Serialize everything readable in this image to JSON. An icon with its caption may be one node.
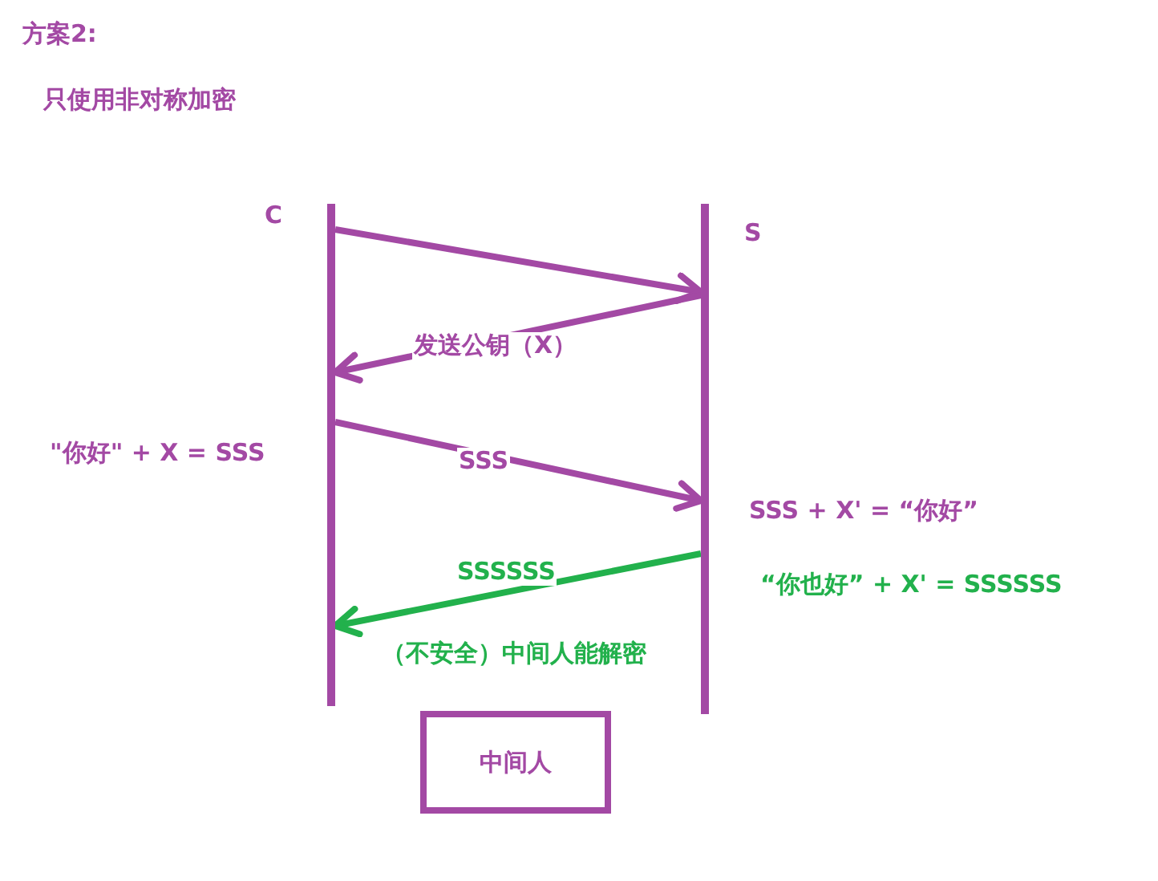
{
  "diagram": {
    "title": "方案2:",
    "nodes": [
      {
        "text": [
          "C"
        ]
      },
      {
        "text": [
          "S"
        ]
      },
      {
        "text": [
          "中间人"
        ]
      }
    ],
    "edges": [
      {
        "from": 0,
        "to": 1,
        "arrow": "to"
      },
      {
        "from": 1,
        "to": 0,
        "arrow": "to",
        "label": "发送公钥（X）"
      },
      {
        "from": 0,
        "to": 1,
        "arrow": "to",
        "label": "SSS"
      },
      {
        "from": 1,
        "to": 0,
        "arrow": "to",
        "label": "SSSSSS",
        "color": "#22b14c"
      }
    ],
    "labels": [
      "只使用非对称加密",
      "\"你好\" + X = SSS",
      "SSS + X' = “你好”",
      "“你也好” + X' = SSSSSS",
      "（不安全）中间人能解密"
    ]
  }
}
